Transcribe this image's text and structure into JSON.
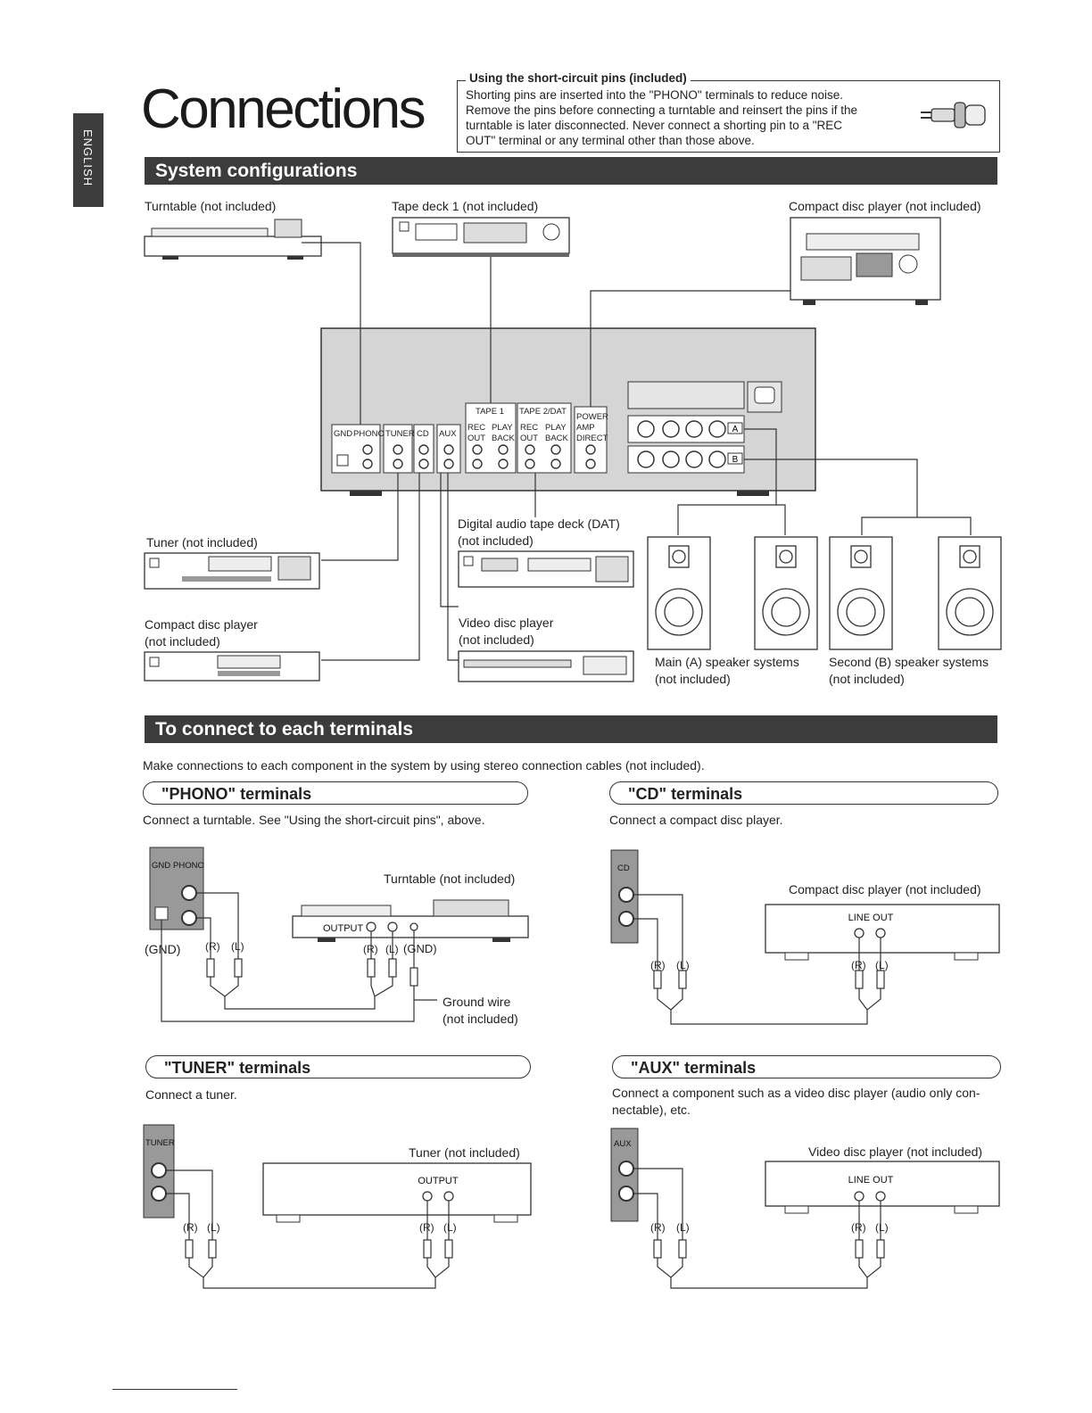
{
  "side_tab": "ENGLISH",
  "title": "Connections",
  "note": {
    "title": "Using the short-circuit pins (included)",
    "lines": [
      "Shorting pins are inserted into the \"PHONO\" terminals to reduce noise.",
      "Remove the pins before connecting a turntable and reinsert the pins if the",
      "turntable is later disconnected. Never connect a shorting pin to a \"REC",
      "OUT\" terminal or any terminal other than those above."
    ]
  },
  "section1": "System configurations",
  "system": {
    "turntable": "Turntable (not included)",
    "tape_deck": "Tape deck 1 (not included)",
    "cd_player": "Compact disc player (not included)",
    "tuner": "Tuner (not included)",
    "cd2_line1": "Compact disc player",
    "cd2_line2": "(not included)",
    "dat_line1": "Digital audio tape deck (DAT)",
    "dat_line2": "(not included)",
    "vdp_line1": "Video disc player",
    "vdp_line2": "(not included)",
    "main_sp_line1": "Main (A) speaker systems",
    "main_sp_line2": "(not included)",
    "second_sp_line1": "Second (B) speaker systems",
    "second_sp_line2": "(not included)",
    "panel": {
      "gnd": "GND",
      "phono": "PHONO",
      "tuner": "TUNER",
      "cd": "CD",
      "aux": "AUX",
      "tape1": "TAPE 1",
      "tape2": "TAPE 2/DAT",
      "rec": "REC",
      "play": "PLAY",
      "out": "OUT",
      "back": "BACK",
      "power": "POWER",
      "amp": "AMP",
      "direct": "DIRECT",
      "sp_a": "A",
      "sp_b": "B"
    }
  },
  "section2": "To connect to each terminals",
  "intro": "Make connections to each component in the system by using stereo connection cables (not included).",
  "phono": {
    "heading": "\"PHONO\" terminals",
    "desc": "Connect a turntable. See \"Using the short-circuit pins\", above.",
    "device": "Turntable (not included)",
    "output": "OUTPUT",
    "gnd": "GND",
    "gnd_paren": "(GND)",
    "r": "(R)",
    "l": "(L)",
    "ground_wire1": "Ground wire",
    "ground_wire2": "(not included)"
  },
  "cd": {
    "heading": "\"CD\" terminals",
    "desc": "Connect a compact disc player.",
    "device": "Compact disc player (not included)",
    "jack": "CD",
    "output": "LINE OUT",
    "r": "(R)",
    "l": "(L)"
  },
  "tuner": {
    "heading": "\"TUNER\" terminals",
    "desc": "Connect a tuner.",
    "device": "Tuner (not included)",
    "jack": "TUNER",
    "output": "OUTPUT",
    "r": "(R)",
    "l": "(L)"
  },
  "aux": {
    "heading": "\"AUX\" terminals",
    "desc_line1": "Connect a component such as a video disc player (audio only con-",
    "desc_line2": "nectable), etc.",
    "device": "Video disc player (not included)",
    "jack": "AUX",
    "output": "LINE OUT",
    "r": "(R)",
    "l": "(L)"
  }
}
